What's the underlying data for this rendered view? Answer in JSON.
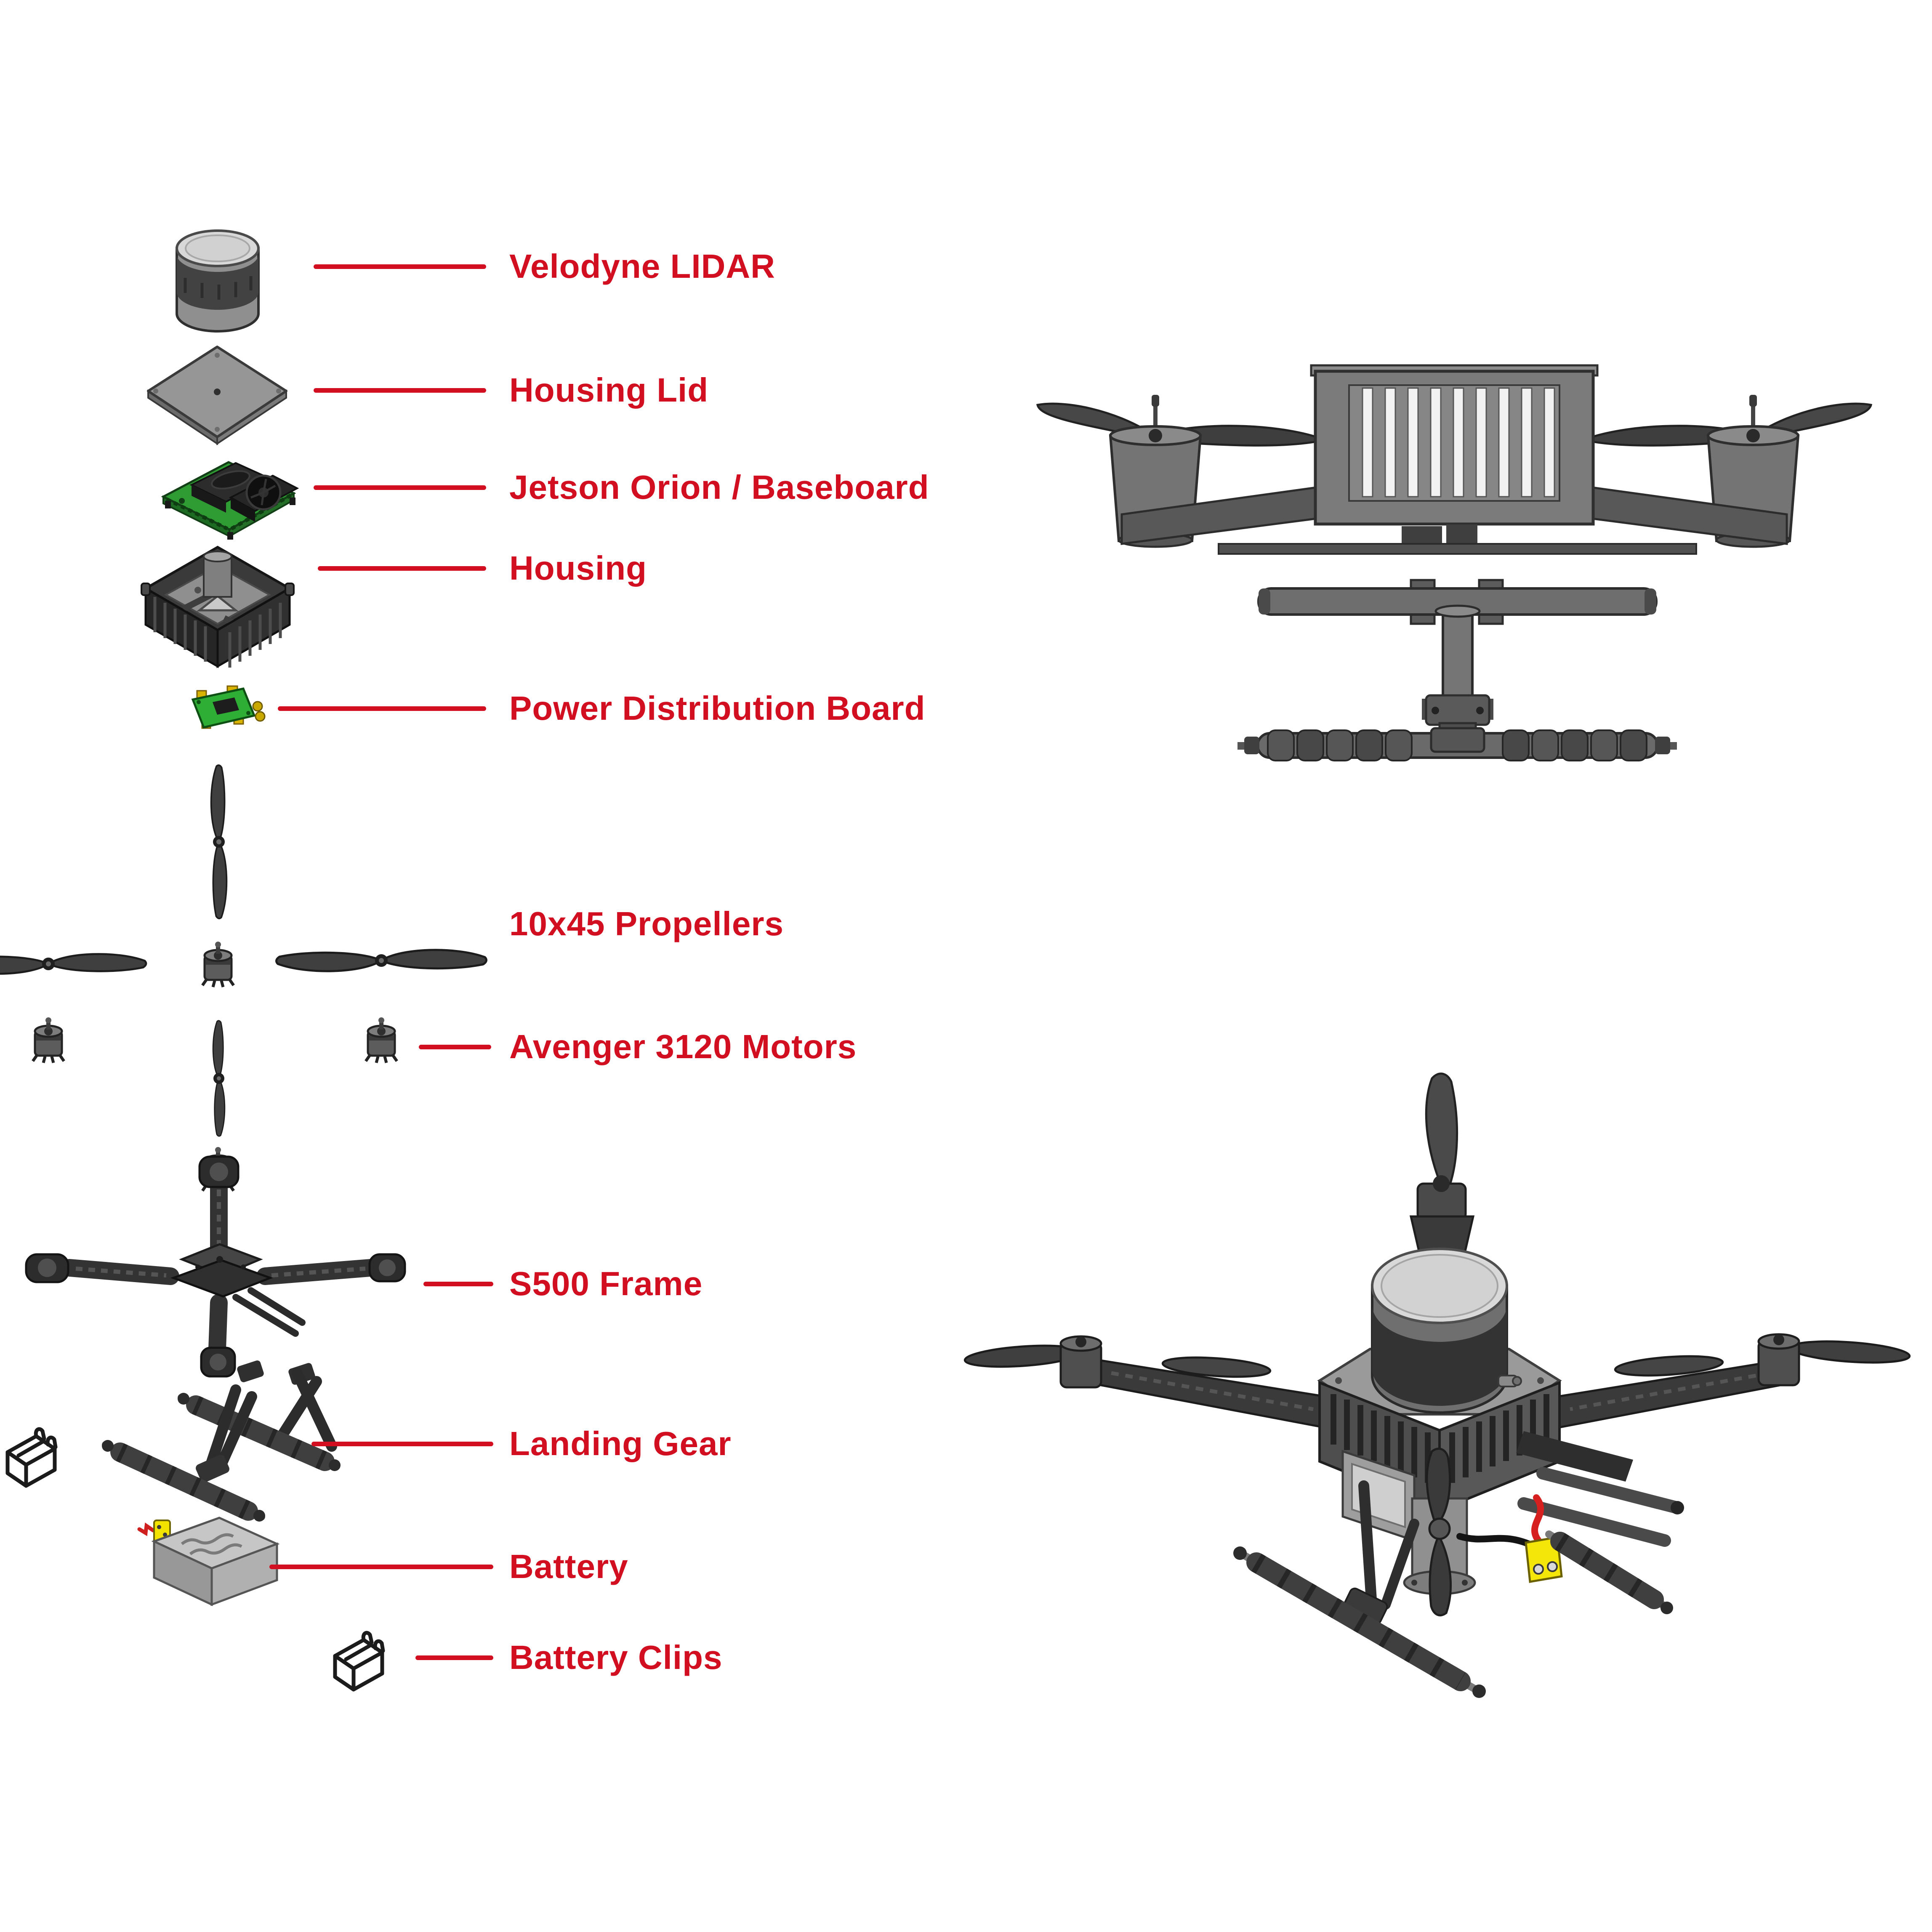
{
  "accent_color": "#d10f21",
  "exploded_view": {
    "parts": [
      {
        "id": "velodyne-lidar",
        "label": "Velodyne LIDAR",
        "icon": "lidar-cylinder-icon",
        "leader_line": true
      },
      {
        "id": "housing-lid",
        "label": "Housing Lid",
        "icon": "housing-lid-icon",
        "leader_line": true
      },
      {
        "id": "jetson-orion-baseboard",
        "label": "Jetson Orion / Baseboard",
        "icon": "jetson-board-icon",
        "leader_line": true
      },
      {
        "id": "housing",
        "label": "Housing",
        "icon": "housing-box-icon",
        "leader_line": true
      },
      {
        "id": "power-distribution-board",
        "label": "Power Distribution Board",
        "icon": "pdb-icon",
        "leader_line": true
      },
      {
        "id": "propellers",
        "label": "10x45 Propellers",
        "icon": "propeller-cross-icon",
        "leader_line": false
      },
      {
        "id": "motors",
        "label": "Avenger 3120 Motors",
        "icon": "brushless-motor-icon",
        "leader_line": true
      },
      {
        "id": "s500-frame",
        "label": "S500 Frame",
        "icon": "quad-frame-icon",
        "leader_line": true
      },
      {
        "id": "landing-gear",
        "label": "Landing Gear",
        "icon": "landing-gear-icon",
        "leader_line": true
      },
      {
        "id": "battery",
        "label": "Battery",
        "icon": "battery-pack-icon",
        "leader_line": true
      },
      {
        "id": "battery-clips",
        "label": "Battery Clips",
        "icon": "battery-clip-icon",
        "leader_line": true
      }
    ]
  },
  "assembled_views": [
    {
      "id": "front-view",
      "icon": "drone-front-view-icon"
    },
    {
      "id": "isometric-view",
      "icon": "drone-isometric-view-icon"
    }
  ]
}
